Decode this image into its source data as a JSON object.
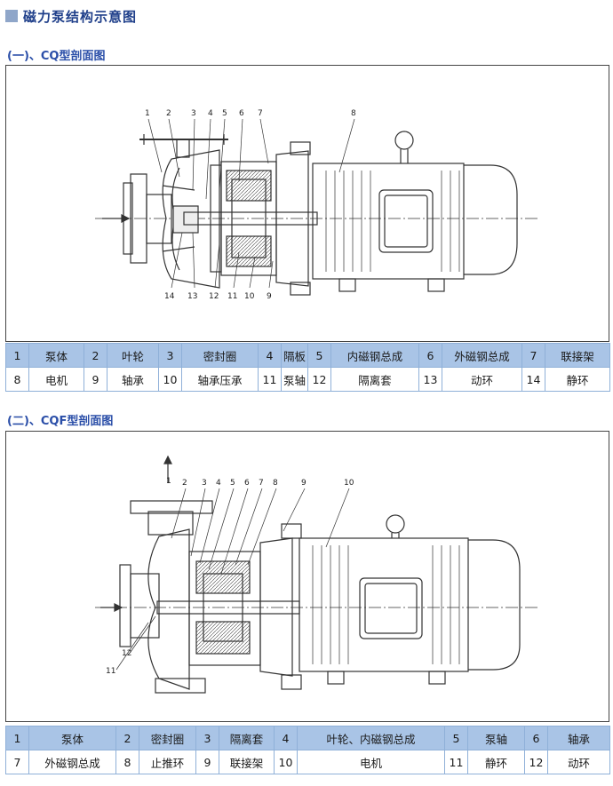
{
  "title": "磁力泵结构示意图",
  "section1": {
    "heading": "(一)、CQ型剖面图",
    "callouts_top": [
      "1",
      "2",
      "3",
      "4",
      "5",
      "6",
      "7",
      "8"
    ],
    "callouts_bottom": [
      "14",
      "13",
      "12",
      "11",
      "10",
      "9"
    ],
    "rows": [
      [
        {
          "num": "1",
          "name": "泵体"
        },
        {
          "num": "2",
          "name": "叶轮"
        },
        {
          "num": "3",
          "name": "密封圈"
        },
        {
          "num": "4",
          "name": "隔板"
        },
        {
          "num": "5",
          "name": "内磁钢总成"
        },
        {
          "num": "6",
          "name": "外磁钢总成"
        },
        {
          "num": "7",
          "name": "联接架"
        }
      ],
      [
        {
          "num": "8",
          "name": "电机"
        },
        {
          "num": "9",
          "name": "轴承"
        },
        {
          "num": "10",
          "name": "轴承压承"
        },
        {
          "num": "11",
          "name": "泵轴"
        },
        {
          "num": "12",
          "name": "隔离套"
        },
        {
          "num": "13",
          "name": "动环"
        },
        {
          "num": "14",
          "name": "静环"
        }
      ]
    ]
  },
  "section2": {
    "heading": "(二)、CQF型剖面图",
    "callouts_top": [
      "1",
      "2",
      "3",
      "4",
      "5",
      "6",
      "7",
      "8",
      "9",
      "10"
    ],
    "callouts_left": [
      "11",
      "12"
    ],
    "rows": [
      [
        {
          "num": "1",
          "name": "泵体"
        },
        {
          "num": "2",
          "name": "密封圈"
        },
        {
          "num": "3",
          "name": "隔离套"
        },
        {
          "num": "4",
          "name": "叶轮、内磁钢总成"
        },
        {
          "num": "5",
          "name": "泵轴"
        },
        {
          "num": "6",
          "name": "轴承"
        }
      ],
      [
        {
          "num": "7",
          "name": "外磁钢总成"
        },
        {
          "num": "8",
          "name": "止推环"
        },
        {
          "num": "9",
          "name": "联接架"
        },
        {
          "num": "10",
          "name": "电机"
        },
        {
          "num": "11",
          "name": "静环"
        },
        {
          "num": "12",
          "name": "动环"
        }
      ]
    ]
  }
}
